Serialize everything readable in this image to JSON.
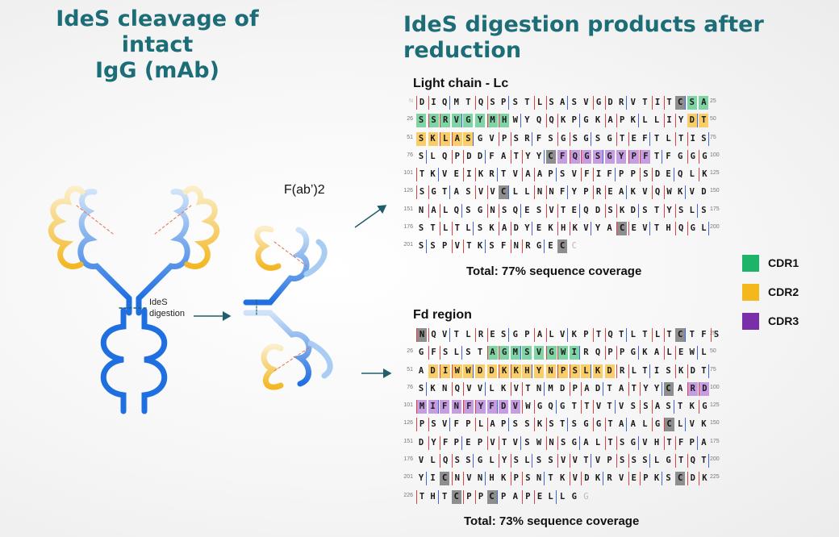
{
  "titles": {
    "left_line1": "IdeS cleavage of intact",
    "left_line2": "IgG (mAb)",
    "right": "IdeS digestion products after reduction"
  },
  "diagram": {
    "fab_label": "F(ab’)2",
    "digestion_label_line1": "IdeS",
    "digestion_label_line2": "digestion"
  },
  "colors": {
    "heavy_chain": "#1f6fe0",
    "heavy_chain_light": "#a9cdf2",
    "light_chain": "#f3b723",
    "light_chain_light": "#f8dd93",
    "arrow": "#215e6b",
    "cdr1": "#1db46a",
    "cdr2": "#f5b81c",
    "cdr3": "#7a2fa8"
  },
  "light_chain": {
    "label": "Light chain - Lc",
    "total": "Total: 77% sequence coverage",
    "start_residue": "N",
    "end_residue": "C",
    "rows": [
      {
        "start": "",
        "seq": "DIQMTQSPSTLSASVGDRVTITCSA",
        "end": "25",
        "cdr1": [
          23,
          24
        ],
        "mod": [
          22
        ]
      },
      {
        "start": "26",
        "seq": "SSRVGYMHWYQQKPGKAPKLLIYDT",
        "end": "50",
        "cdr1": [
          0,
          1,
          2,
          3,
          4,
          5,
          6,
          7
        ],
        "cdr2": [
          23,
          24
        ]
      },
      {
        "start": "51",
        "seq": "SKLASGVPSRFSGSGSGTEFTLTIS",
        "end": "75",
        "cdr2": [
          0,
          1,
          2,
          3,
          4
        ]
      },
      {
        "start": "76",
        "seq": "SLQPDDFATYYCFQGSGYPFTFGGG",
        "end": "100",
        "cdr3": [
          12,
          13,
          14,
          15,
          16,
          17,
          18,
          19
        ],
        "mod": [
          11
        ]
      },
      {
        "start": "101",
        "seq": "TKVEIKRTVAAPSVFIFPPSDEQLK",
        "end": "125"
      },
      {
        "start": "126",
        "seq": "SGTASVVCLLNNFYPREAKVQWKVD",
        "end": "150",
        "mod": [
          7
        ]
      },
      {
        "start": "151",
        "seq": "NALQSGNSQESVTEQDSKDSTYSLS",
        "end": "175"
      },
      {
        "start": "176",
        "seq": "STLTLSKADYEKHKVYACEVTHQGL",
        "end": "200",
        "mod": [
          17
        ]
      },
      {
        "start": "201",
        "seq": "SSPVTKSFNRGEC",
        "end": "",
        "mod": [
          12
        ]
      }
    ]
  },
  "fd_region": {
    "label": "Fd region",
    "total": "Total: 73% sequence coverage",
    "start_residue": "",
    "end_residue": "G",
    "rows": [
      {
        "start": "",
        "seq": "NQVTLRESGPALVKPTQTLTLTCTFS",
        "end": "25",
        "mod": [
          0,
          22
        ]
      },
      {
        "start": "26",
        "seq": "GFSLSTAGMSVGWIRQPPGKALEWL",
        "end": "50",
        "cdr1": [
          6,
          7,
          8,
          9,
          10,
          11,
          12,
          13
        ]
      },
      {
        "start": "51",
        "seq": "ADIWWDDKKHYNPSLKDRLTISKDT",
        "end": "75",
        "cdr2": [
          1,
          2,
          3,
          4,
          5,
          6,
          7,
          8,
          9,
          10,
          11,
          12,
          13,
          14,
          15,
          16
        ]
      },
      {
        "start": "76",
        "seq": "SKNQVVLKVTNMDPADTATYYCARD",
        "end": "100",
        "cdr3": [
          23,
          24
        ],
        "mod": [
          21
        ]
      },
      {
        "start": "101",
        "seq": "MIFNFYFDVWGQGTTVTVSSASTKG",
        "end": "125",
        "cdr3": [
          0,
          1,
          2,
          3,
          4,
          5,
          6,
          7,
          8
        ]
      },
      {
        "start": "126",
        "seq": "PSVFPLAPSSKSTSGGTAALGCLVK",
        "end": "150",
        "mod": [
          21
        ]
      },
      {
        "start": "151",
        "seq": "DYFPEPVTVSWNSGALTSGVHTFPA",
        "end": "175"
      },
      {
        "start": "176",
        "seq": "VLQSSGLYSLSSVVTVPSSSLGTQT",
        "end": "200"
      },
      {
        "start": "201",
        "seq": "YICNVNHKPSNTKVDKRVEPKSCDK",
        "end": "225",
        "mod": [
          2,
          22
        ]
      },
      {
        "start": "226",
        "seq": "THTCPPCPAPELLG",
        "end": "",
        "mod": [
          3,
          6
        ]
      }
    ]
  },
  "legend": [
    {
      "label": "CDR1",
      "color": "#1db46a"
    },
    {
      "label": "CDR2",
      "color": "#f5b81c"
    },
    {
      "label": "CDR3",
      "color": "#7a2fa8"
    }
  ]
}
